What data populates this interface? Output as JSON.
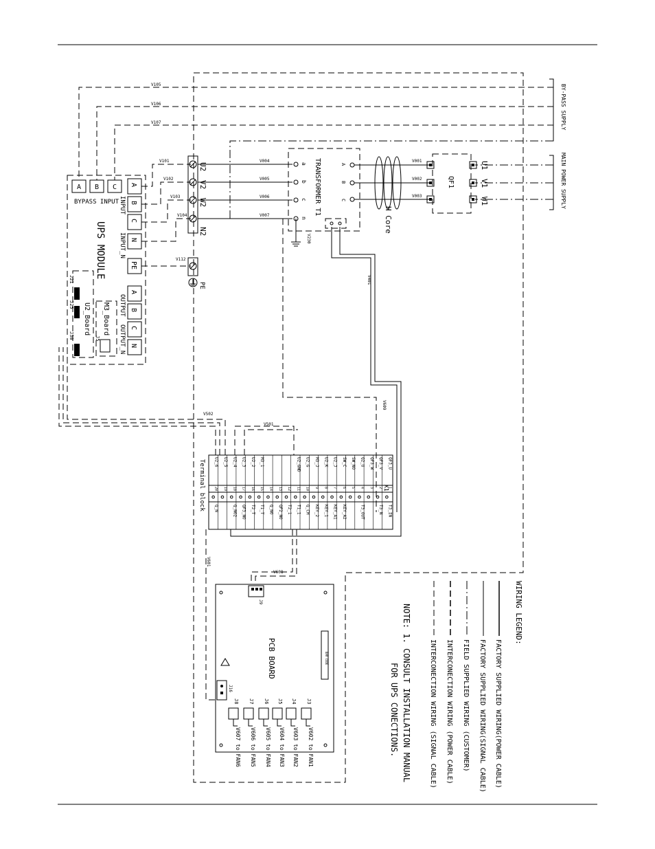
{
  "supplies": {
    "bypass": "BY-PASS SUPPLY",
    "main": "MAIN POWER SUPPLY"
  },
  "wires": {
    "v105": "V105",
    "v106": "V106",
    "v107": "V107",
    "v101": "V101",
    "v102": "V102",
    "v103": "V103",
    "v104": "V104",
    "v112": "V112",
    "v004": "V004",
    "v005": "V005",
    "v006": "V006",
    "v007": "V007",
    "v001": "V001",
    "v002": "V002",
    "v003": "V003",
    "v230": "V230",
    "v401": "V401",
    "v609": "V609",
    "v502": "V502",
    "v501": "V501",
    "v608": "V608",
    "v601": "V601"
  },
  "ups": {
    "title": "UPS MODULE",
    "bypass_label": "BYPASS INPUT",
    "bypass_terms": [
      "A",
      "B",
      "C"
    ],
    "input_terms": [
      "A",
      "B",
      "C",
      "N",
      "PE"
    ],
    "input_label": "INPUT",
    "input_n_label": "INPUT_N",
    "output_terms": [
      "A",
      "B",
      "C",
      "N"
    ],
    "output_label": "OUTPUT",
    "output_n_label": "OUTPUT_N",
    "u2_board": "U2_Board",
    "m3_board": "M3_Board",
    "j5": "J5",
    "j21": "J21",
    "j25": "J25",
    "j30": "J30"
  },
  "terminals": {
    "u2": "U2",
    "v2": "V2",
    "w2": "W2",
    "n2": "N2",
    "pe": "PE"
  },
  "transformer": {
    "title": "TRANSFORMER T1",
    "secondary": [
      "a",
      "b",
      "c",
      "n"
    ],
    "primary": [
      "A",
      "B",
      "C"
    ]
  },
  "h_core": "H Core",
  "breaker": {
    "name": "QF1",
    "terms": [
      "U1",
      "V1",
      "W1"
    ]
  },
  "terminal_block": {
    "title": "Terminal block",
    "name": "X1",
    "rows": [
      {
        "left": "QF3_U",
        "num": "1",
        "right": "T3_IN"
      },
      {
        "left": "QF3_V",
        "num": "2",
        "right": "T3_N"
      },
      {
        "left": "QF3_W",
        "num": "3",
        "right": ""
      },
      {
        "left": "Q2_U",
        "num": "4",
        "right": "T3_OUT"
      },
      {
        "left": "SW_NO",
        "num": "5",
        "right": ""
      },
      {
        "left": "SW_C",
        "num": "6",
        "right": "KEY_A2"
      },
      {
        "left": "U2_J",
        "num": "7",
        "right": "KEY_A1"
      },
      {
        "left": "U2_K",
        "num": "8",
        "right": "KEY_1"
      },
      {
        "left": "M3_J",
        "num": "9",
        "right": "KEY_2"
      },
      {
        "left": "U2_G",
        "num": "10",
        "right": "Q_CM"
      },
      {
        "left": "U2_GND",
        "num": "11",
        "right": "T1_1"
      },
      {
        "left": "",
        "num": "12",
        "right": "T2_1"
      },
      {
        "left": "",
        "num": "13",
        "right": "QF2_NO"
      },
      {
        "left": "",
        "num": "14",
        "right": "Q_NO"
      },
      {
        "left": "M3_1",
        "num": "15",
        "right": "T1_T"
      },
      {
        "left": "U2_2",
        "num": "16",
        "right": "T2_T"
      },
      {
        "left": "U2_3",
        "num": "17",
        "right": "QF3_NO"
      },
      {
        "left": "U2_4",
        "num": "18",
        "right": "Q_NO2"
      },
      {
        "left": "U2_5",
        "num": "19",
        "right": ""
      },
      {
        "left": "U2_6",
        "num": "20",
        "right": "Q_N"
      }
    ]
  },
  "pcb": {
    "title": "PCB BOARD",
    "barcode": "BAR CODE",
    "j16": "J16",
    "j9": "J9",
    "connectors": [
      "J3",
      "J4",
      "J5",
      "J6",
      "J7",
      "J8"
    ],
    "fans": [
      "V602 to FAN1",
      "V603 to FAN2",
      "V604 to FAN3",
      "V605 to FAN4",
      "V606 to FAN5",
      "V607 to FAN6"
    ]
  },
  "legend": {
    "title": "WIRING LEGEND:",
    "items": [
      "FACTORY SUPPLIED WIRING(POWER CABLE)",
      "FACTORY SUPPLIED WIRING(SIGNAL CABLE)",
      "FIELD SUPPLIED WIRING (CUSTOMER)",
      "INTERCONECTION WIRING (POWER CABLE)",
      "INTERCONECTION WIRING (SIGNAL CABLE)"
    ]
  },
  "note": {
    "line1": "NOTE: 1. CONSULT INSTALLATION MANUAL",
    "line2": "FOR UPS CONECTIONS."
  }
}
